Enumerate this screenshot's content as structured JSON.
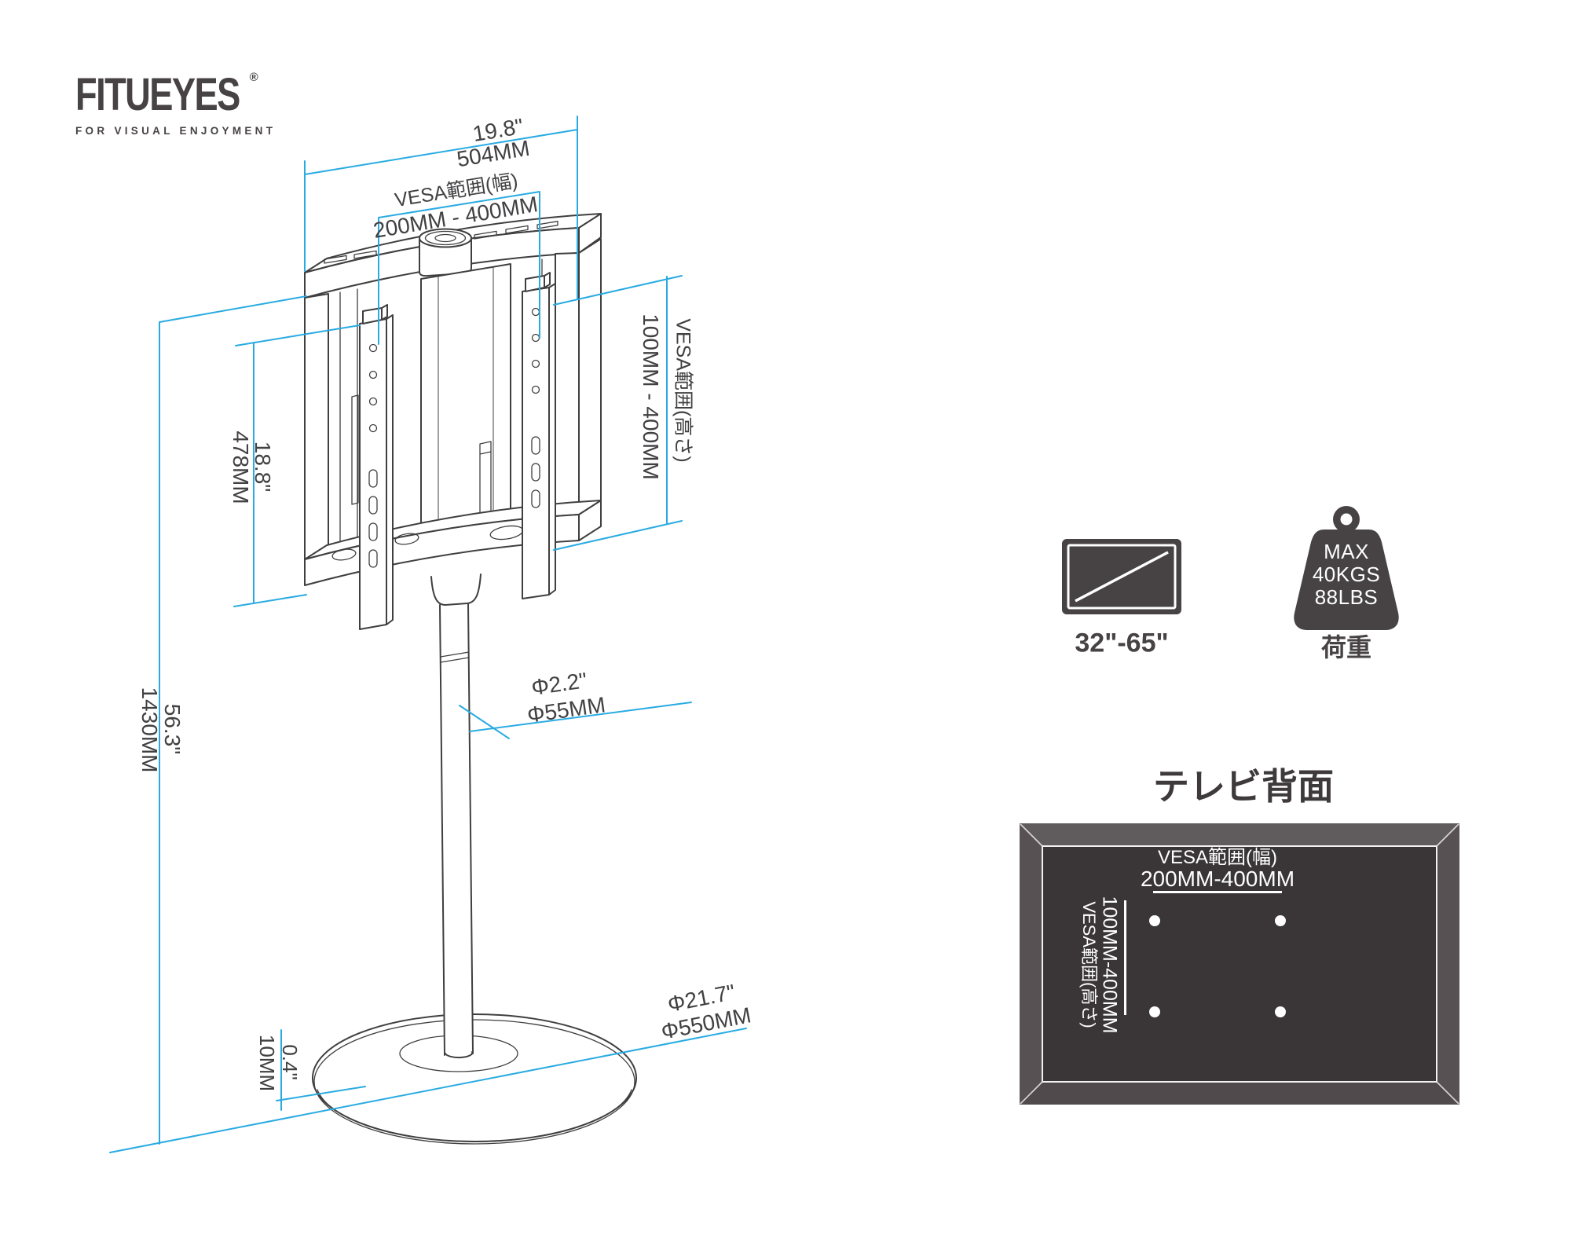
{
  "brand": {
    "name": "FITUEYES",
    "registered": "®",
    "tagline": "FOR VISUAL ENJOYMENT"
  },
  "colors": {
    "dimension_blue": "#29ABE2",
    "line_ink": "#3F3F3F",
    "brand_dark": "#474344",
    "panel_outer": "#575153",
    "panel_inner": "#3A3536",
    "label_text": "#414042",
    "white": "#FFFFFF"
  },
  "diagram": {
    "dimensions": {
      "top_width": {
        "inch": "19.8\"",
        "mm": "504MM"
      },
      "vesa_width": {
        "label": "VESA範囲(幅)",
        "range": "200MM - 400MM"
      },
      "vesa_height": {
        "label": "VESA範囲(高さ)",
        "range": "100MM - 400MM"
      },
      "bracket_height": {
        "inch": "18.8\"",
        "mm": "478MM"
      },
      "stand_height": {
        "inch": "56.3\"",
        "mm": "1430MM"
      },
      "pole_diameter": {
        "inch": "Φ2.2\"",
        "mm": "Φ55MM"
      },
      "base_diameter": {
        "inch": "Φ21.7\"",
        "mm": "Φ550MM"
      },
      "base_thickness": {
        "inch": "0.4\"",
        "mm": "10MM"
      }
    }
  },
  "specs": {
    "screen_size": {
      "icon": "tv-diagonal-icon",
      "label": "32\"-65\""
    },
    "max_load": {
      "icon": "weight-kettlebell-icon",
      "line1": "MAX",
      "line2": "40KGS",
      "line3": "88LBS",
      "label": "荷重"
    }
  },
  "tv_back": {
    "title": "テレビ背面",
    "vesa_width_label": "VESA範囲(幅)",
    "vesa_width_range": "200MM-400MM",
    "vesa_height_label": "VESA範囲(高さ)",
    "vesa_height_range": "100MM-400MM"
  }
}
